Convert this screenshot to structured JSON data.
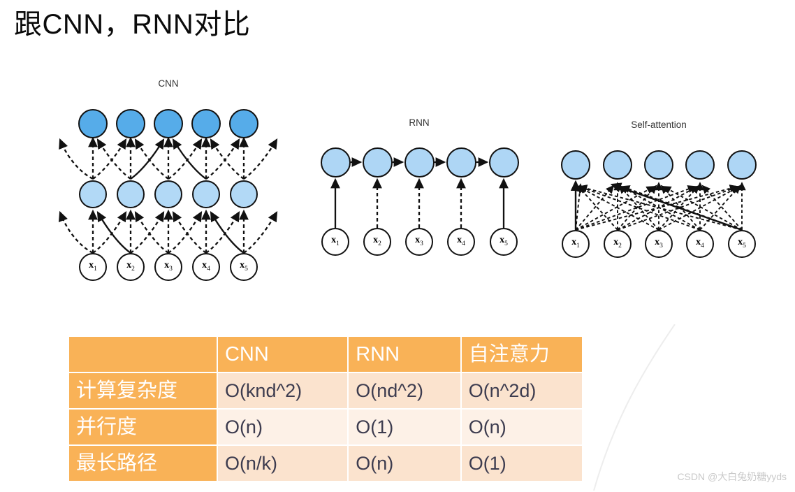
{
  "title": "跟CNN，RNN对比",
  "diagrams": [
    {
      "name": "cnn",
      "label": "CNN",
      "inputs": [
        "x",
        "x",
        "x",
        "x",
        "x"
      ],
      "input_subscripts": [
        "1",
        "2",
        "3",
        "4",
        "5"
      ],
      "layers": [
        "input",
        "hidden",
        "output"
      ],
      "node_counts": [
        5,
        5,
        5
      ],
      "colors": {
        "output": "#56ace9",
        "hidden": "#b2d9f6",
        "input": "#ffffff",
        "stroke": "#111111"
      }
    },
    {
      "name": "rnn",
      "label": "RNN",
      "inputs": [
        "x",
        "x",
        "x",
        "x",
        "x"
      ],
      "input_subscripts": [
        "1",
        "2",
        "3",
        "4",
        "5"
      ],
      "layers": [
        "input",
        "recurrent"
      ],
      "node_counts": [
        5,
        5
      ],
      "colors": {
        "recurrent": "#aed6f5",
        "input": "#ffffff",
        "stroke": "#111111"
      }
    },
    {
      "name": "self-attention",
      "label": "Self-attention",
      "inputs": [
        "x",
        "x",
        "x",
        "x",
        "x"
      ],
      "input_subscripts": [
        "1",
        "2",
        "3",
        "4",
        "5"
      ],
      "layers": [
        "input",
        "attention"
      ],
      "node_counts": [
        5,
        5
      ],
      "colors": {
        "attention": "#aed6f5",
        "input": "#ffffff",
        "stroke": "#111111"
      }
    }
  ],
  "table": {
    "corner_label": "",
    "columns": [
      "CNN",
      "RNN",
      "自注意力"
    ],
    "rows": [
      {
        "label": "计算复杂度",
        "cells": [
          "O(knd^2)",
          "O(nd^2)",
          "O(n^2d)"
        ]
      },
      {
        "label": "并行度",
        "cells": [
          "O(n)",
          "O(1)",
          "O(n)"
        ]
      },
      {
        "label": "最长路径",
        "cells": [
          "O(n/k)",
          "O(n)",
          "O(1)"
        ]
      }
    ],
    "colors": {
      "header_bg": "#f9b257",
      "header_text": "#ffffff",
      "cell_bg_dark": "#fbe3ce",
      "cell_bg_light": "#fdf1e7",
      "cell_text": "#3d3c4f"
    }
  },
  "watermark": "CSDN @大白兔奶糖yyds"
}
